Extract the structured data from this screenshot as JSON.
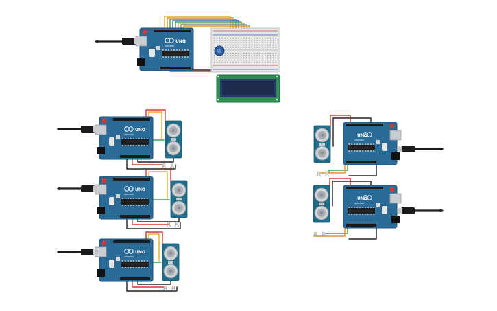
{
  "canvas": {
    "background": "#ffffff"
  },
  "colors": {
    "board": "#2a6b98",
    "board_dark": "#1d5078",
    "board_light": "#3b82b4",
    "header": "#1a1a1a",
    "chip": "#222222",
    "usb": "#c9ccd0",
    "jack": "#111111",
    "cable": "#1b1b1b",
    "sensor_board": "#1f6e8c",
    "sensor_can": "#cfd3d6",
    "sensor_can_inner": "#a7adb2",
    "breadboard": "#e6e6e6",
    "breadboard_hole": "#9a9a9a",
    "rail_red": "#d04040",
    "rail_blue": "#3a5fc9",
    "lcd_pcb": "#2e8c52",
    "lcd_screen": "#1c2a4d",
    "pot": "#2c5aa0",
    "wire_red": "#d23a2a",
    "wire_black": "#222222",
    "wire_green": "#3fa64a",
    "wire_yellow": "#e0b320",
    "wire_orange": "#e8902a",
    "wire_blue": "#2f6fd0",
    "wire_gray": "#8a8a8a"
  },
  "boards": [
    {
      "id": "arduino-lcd",
      "label": "UNO",
      "brand": "ARDUINO"
    },
    {
      "id": "arduino-left-1",
      "label": "UNO",
      "brand": "ARDUINO"
    },
    {
      "id": "arduino-left-2",
      "label": "UNO",
      "brand": "ARDUINO"
    },
    {
      "id": "arduino-left-3",
      "label": "UNO",
      "brand": "ARDUINO"
    },
    {
      "id": "arduino-right-1",
      "label": "UNO",
      "brand": "ARDUINO"
    },
    {
      "id": "arduino-right-2",
      "label": "UNO",
      "brand": "ARDUINO"
    }
  ],
  "sensors": [
    {
      "id": "ultrasonic-left-1",
      "type": "HC-SR04"
    },
    {
      "id": "ultrasonic-left-2",
      "type": "HC-SR04"
    },
    {
      "id": "ultrasonic-left-3",
      "type": "HC-SR04"
    },
    {
      "id": "ultrasonic-right-1",
      "type": "HC-SR04"
    },
    {
      "id": "ultrasonic-right-2",
      "type": "HC-SR04"
    }
  ],
  "components": {
    "lcd": {
      "type": "LCD 16x2"
    },
    "potentiometer": {
      "type": "Potentiometer"
    },
    "breadboard": {
      "type": "Breadboard"
    }
  }
}
